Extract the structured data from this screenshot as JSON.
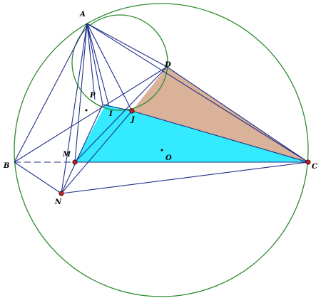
{
  "colors": {
    "circle": "#2e8b2e",
    "line": "#1f2f8a",
    "point": "#c41e1e",
    "cyan_region": "#33eaff",
    "tan_region": "#d9b299"
  },
  "labels": {
    "A": "A",
    "B": "B",
    "C": "C",
    "D": "D",
    "M": "M",
    "N": "N",
    "P": "P",
    "I": "I",
    "J": "J",
    "O": "O"
  }
}
